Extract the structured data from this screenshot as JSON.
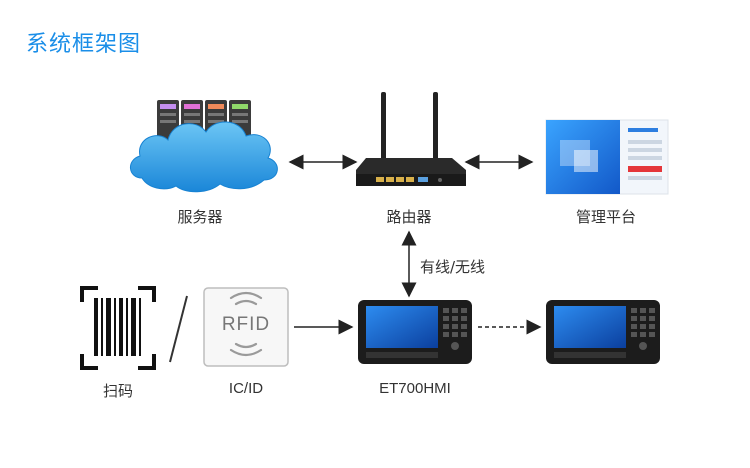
{
  "title": "系统框架图",
  "nodes": {
    "server": "服务器",
    "router": "路由器",
    "platform": "管理平台",
    "scanner": "扫码",
    "card": "IC/ID",
    "hmi": "ET700HMI"
  },
  "edges": {
    "router_hmi": "有线/无线"
  },
  "rfid_text": "RFID",
  "colors": {
    "title": "#1a8ee8",
    "cloud": "#2a9de6",
    "device_screen": "#1f6fd6"
  }
}
